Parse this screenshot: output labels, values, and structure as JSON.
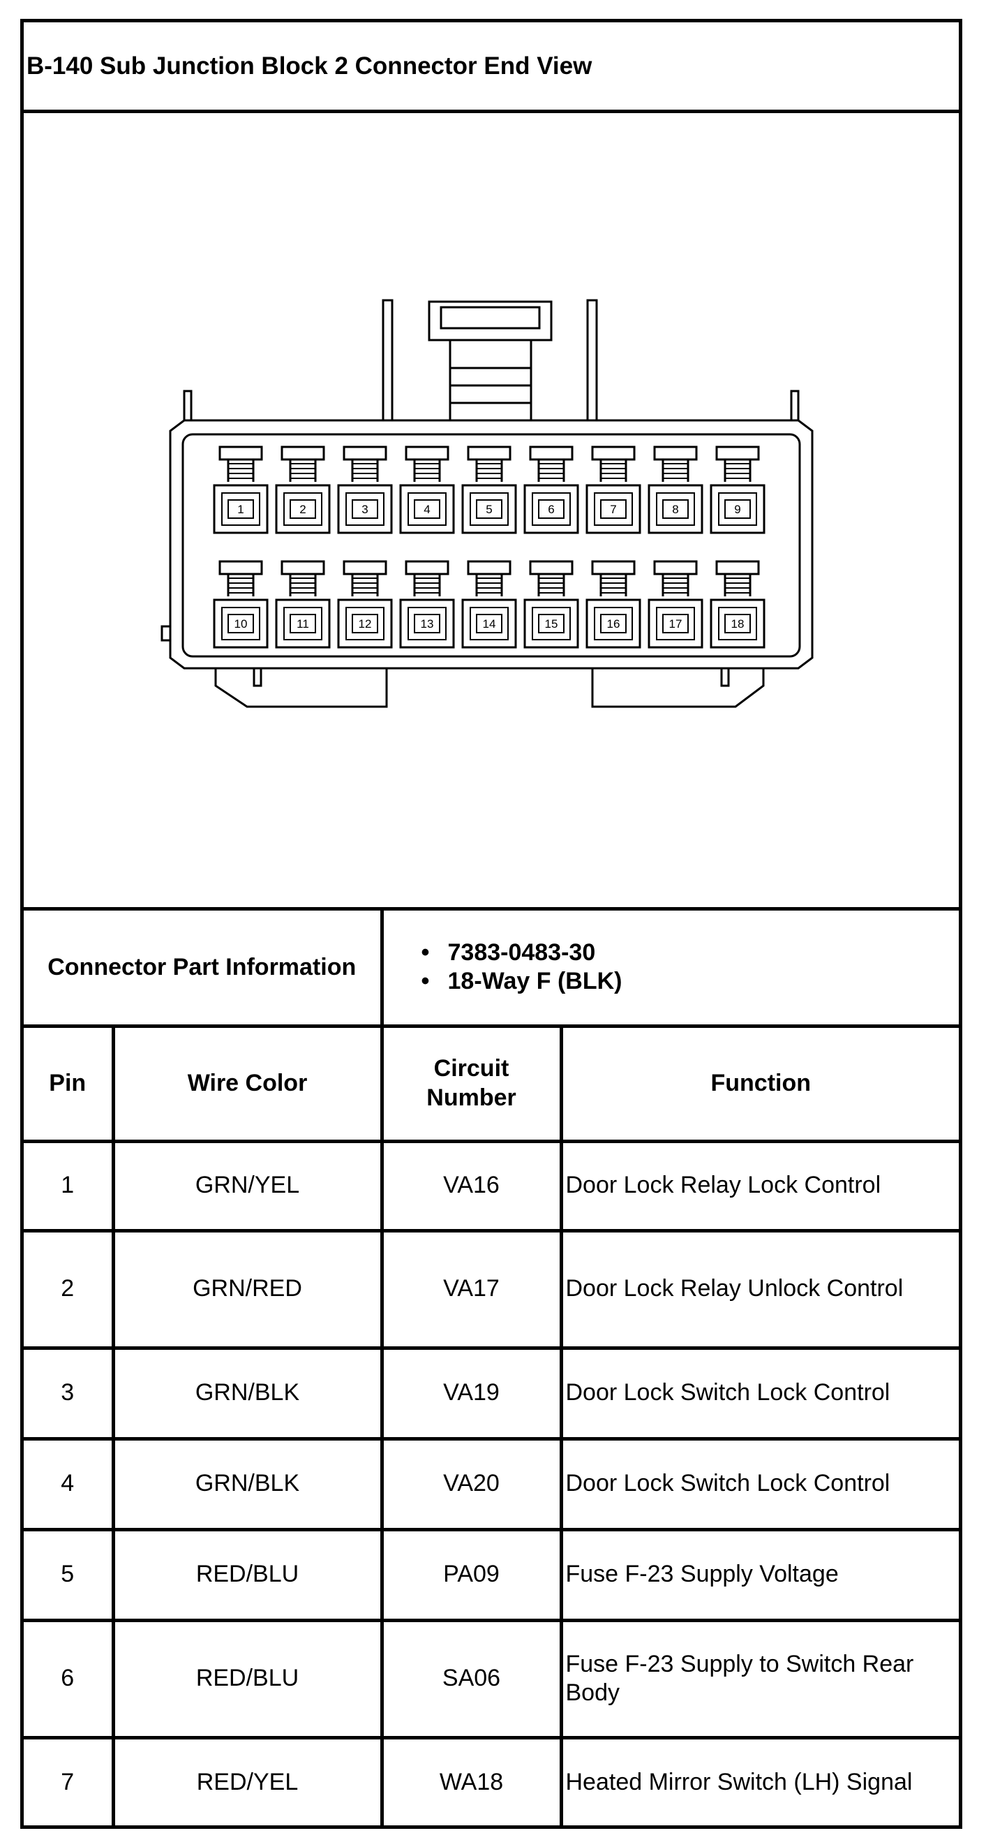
{
  "title": "B-140 Sub Junction Block 2 Connector End View",
  "connector_part_info": {
    "label": "Connector Part Information",
    "items": [
      "7383-0483-30",
      "18-Way F (BLK)"
    ]
  },
  "table": {
    "headers": {
      "pin": "Pin",
      "wire_color": "Wire Color",
      "circuit_line1": "Circuit",
      "circuit_line2": "Number",
      "function": "Function"
    },
    "rows": [
      {
        "pin": "1",
        "wire_color": "GRN/YEL",
        "circuit": "VA16",
        "function": "Door Lock Relay Lock Control"
      },
      {
        "pin": "2",
        "wire_color": "GRN/RED",
        "circuit": "VA17",
        "function": "Door Lock Relay Unlock Control"
      },
      {
        "pin": "3",
        "wire_color": "GRN/BLK",
        "circuit": "VA19",
        "function": "Door Lock Switch Lock Control"
      },
      {
        "pin": "4",
        "wire_color": "GRN/BLK",
        "circuit": "VA20",
        "function": "Door Lock Switch Lock Control"
      },
      {
        "pin": "5",
        "wire_color": "RED/BLU",
        "circuit": "PA09",
        "function": "Fuse F-23 Supply Voltage"
      },
      {
        "pin": "6",
        "wire_color": "RED/BLU",
        "circuit": "SA06",
        "function": "Fuse F-23 Supply to Switch Rear Body"
      },
      {
        "pin": "7",
        "wire_color": "RED/YEL",
        "circuit": "WA18",
        "function": "Heated Mirror Switch (LH) Signal"
      }
    ]
  },
  "connector_pins": {
    "row1": [
      "1",
      "2",
      "3",
      "4",
      "5",
      "6",
      "7",
      "8",
      "9"
    ],
    "row2": [
      "10",
      "11",
      "12",
      "13",
      "14",
      "15",
      "16",
      "17",
      "18"
    ]
  }
}
